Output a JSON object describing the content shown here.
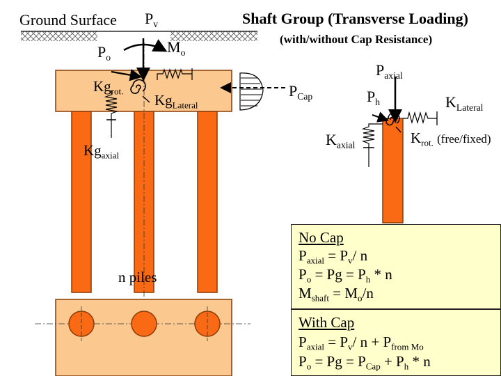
{
  "ground_surface": "Ground Surface",
  "title": "Shaft Group (Transverse Loading)",
  "subtitle": "(with/without Cap Resistance)",
  "labels": {
    "pv_main": "P",
    "pv_sub": "v",
    "po_main": "P",
    "po_sub": "o",
    "mo_main": "M",
    "mo_sub": "o",
    "kgrot_main": "Kg",
    "kgrot_sub": "rot.",
    "kglat_main": "Kg",
    "kglat_sub": "Lateral",
    "kgaxial_main": "Kg",
    "kgaxial_sub": "axial",
    "pcap_main": "P",
    "pcap_sub": "Cap",
    "paxial_main": "P",
    "paxial_sub": "axial",
    "ph_main": "P",
    "ph_sub": "h",
    "klat_main": "K",
    "klat_sub": "Lateral",
    "kaxial_main": "K",
    "kaxial_sub": "axial",
    "krot_main": "K",
    "krot_sub": "rot.",
    "krot_suffix": "(free/fixed)",
    "n_piles": "n piles"
  },
  "no_cap": {
    "heading": "No Cap",
    "l1_a": "P",
    "l1_a_sub": "axial",
    "l1_b": " = P",
    "l1_b_sub": "v",
    "l1_c": "/ n",
    "l2_a": "P",
    "l2_a_sub": "o",
    "l2_b": " = Pg = P",
    "l2_b_sub": "h",
    "l2_c": " * n",
    "l3_a": "M",
    "l3_a_sub": "shaft",
    "l3_b": " = M",
    "l3_b_sub": "o",
    "l3_c": "/n"
  },
  "with_cap": {
    "heading": "With Cap",
    "l1_a": "P",
    "l1_a_sub": "axial",
    "l1_b": " = P",
    "l1_b_sub": "v",
    "l1_c": "/ n + P",
    "l1_c_sub": "from Mo",
    "l2_a": "P",
    "l2_a_sub": "o",
    "l2_b": " = Pg = P",
    "l2_b_sub": "Cap",
    "l2_c": " + P",
    "l2_c_sub": "h",
    "l2_d": " * n"
  },
  "colors": {
    "cap_fill": "#fbc98f",
    "pile_fill": "#fa6a14",
    "pile_stroke": "#8a3a05",
    "box_fill": "#ffffcc"
  }
}
